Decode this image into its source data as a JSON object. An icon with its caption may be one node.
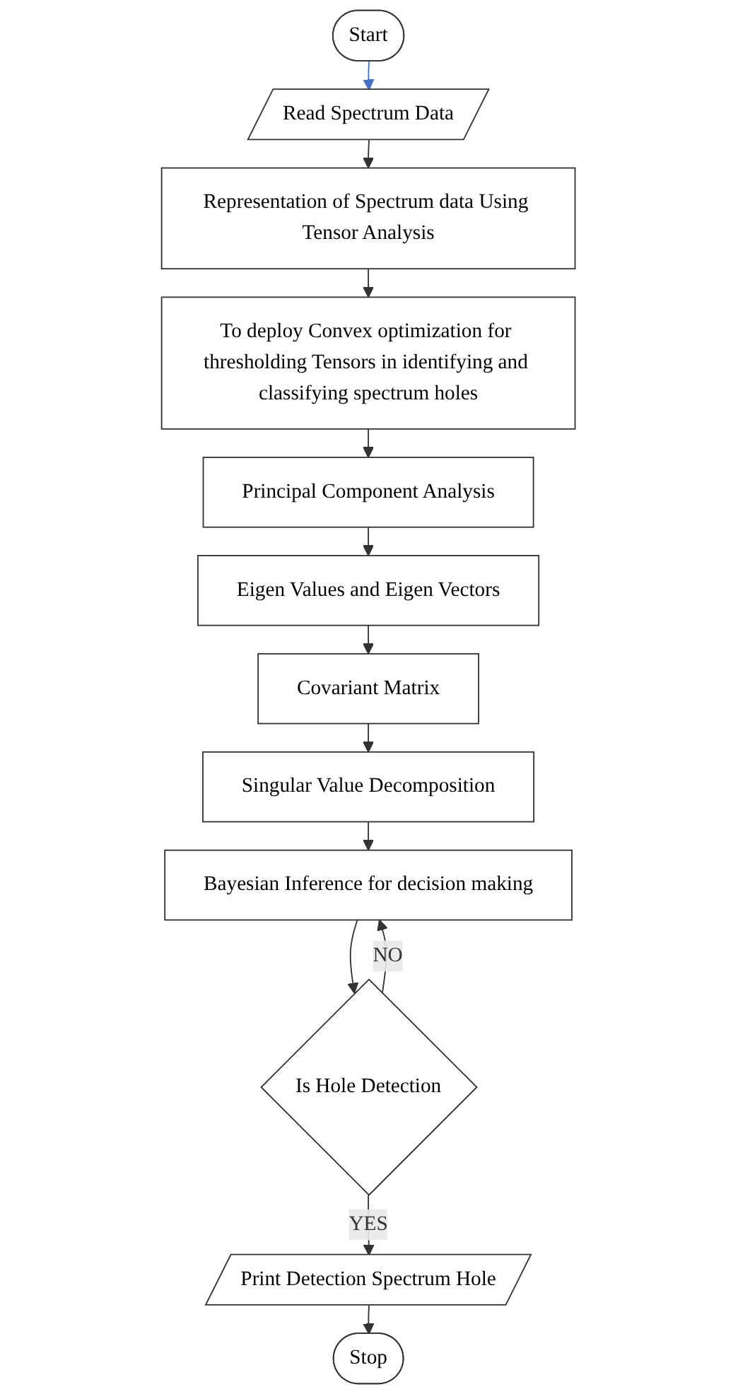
{
  "diagram": {
    "nodes": [
      {
        "text": [
          "Start"
        ]
      },
      {
        "text": [
          "Read Spectrum Data"
        ]
      },
      {
        "text": [
          "Representation of Spectrum data Using Tensor Analysis"
        ]
      },
      {
        "text": [
          "To deploy Convex optimization for thresholding Tensors in identifying and classifying spectrum holes"
        ]
      },
      {
        "text": [
          "Principal Component Analysis"
        ]
      },
      {
        "text": [
          "Eigen Values and Eigen Vectors"
        ]
      },
      {
        "text": [
          "Covariant Matrix"
        ]
      },
      {
        "text": [
          "Singular Value Decomposition"
        ]
      },
      {
        "text": [
          "Bayesian Inference for decision making"
        ]
      },
      {
        "text": [
          "Is Hole Detection"
        ]
      },
      {
        "text": [
          "Print Detection Spectrum Hole"
        ]
      },
      {
        "text": [
          "Stop"
        ]
      }
    ],
    "edges": [
      {
        "from": 0,
        "to": 1,
        "arrow": "to",
        "color": "#4472c4"
      },
      {
        "from": 1,
        "to": 2,
        "arrow": "to"
      },
      {
        "from": 2,
        "to": 3,
        "arrow": "to"
      },
      {
        "from": 3,
        "to": 4,
        "arrow": "to"
      },
      {
        "from": 4,
        "to": 5,
        "arrow": "to"
      },
      {
        "from": 5,
        "to": 6,
        "arrow": "to"
      },
      {
        "from": 6,
        "to": 7,
        "arrow": "to"
      },
      {
        "from": 7,
        "to": 8,
        "arrow": "to"
      },
      {
        "from": 8,
        "to": 9,
        "arrow": "to"
      },
      {
        "from": 9,
        "to": 8,
        "arrow": "to",
        "label": "NO"
      },
      {
        "from": 9,
        "to": 10,
        "arrow": "to",
        "label": "YES"
      },
      {
        "from": 10,
        "to": 11,
        "arrow": "to"
      }
    ]
  }
}
